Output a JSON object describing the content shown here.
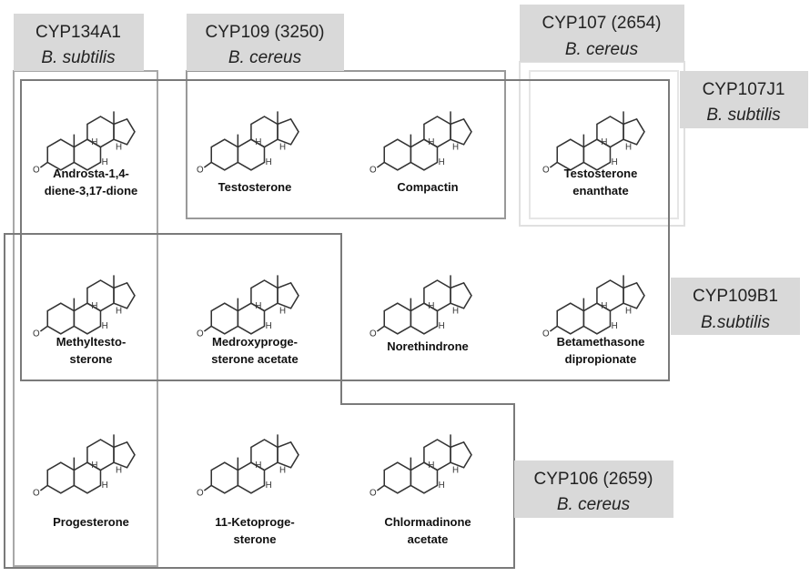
{
  "enzymes": [
    {
      "name": "CYP134A1",
      "organism": "B. subtilis"
    },
    {
      "name": "CYP109 (3250)",
      "organism": "B. cereus"
    },
    {
      "name": "CYP107 (2654)",
      "organism": "B. cereus"
    },
    {
      "name": "CYP107J1",
      "organism": "B. subtilis"
    },
    {
      "name": "CYP109B1",
      "organism": "B.subtilis"
    },
    {
      "name": "CYP106 (2659)",
      "organism": "B. cereus"
    }
  ],
  "compounds": [
    {
      "line1": "Androsta-1,4-",
      "line2": "diene-3,17-dione"
    },
    {
      "line1": "Testosterone",
      "line2": ""
    },
    {
      "line1": "Compactin",
      "line2": ""
    },
    {
      "line1": "Testosterone",
      "line2": "enanthate"
    },
    {
      "line1": "Methyltesto-",
      "line2": "sterone"
    },
    {
      "line1": "Medroxyproge-",
      "line2": "sterone acetate"
    },
    {
      "line1": "Norethindrone",
      "line2": ""
    },
    {
      "line1": "Betamethasone",
      "line2": "dipropionate"
    },
    {
      "line1": "Progesterone",
      "line2": ""
    },
    {
      "line1": "11-Ketoproge-",
      "line2": "sterone"
    },
    {
      "line1": "Chlormadinone",
      "line2": "acetate"
    }
  ],
  "colors": {
    "label_bg": "#d9d9d9",
    "box_dark": "#7a7a7a",
    "box_light": "#a8a8a8",
    "box_white": "#e4e4e4"
  }
}
